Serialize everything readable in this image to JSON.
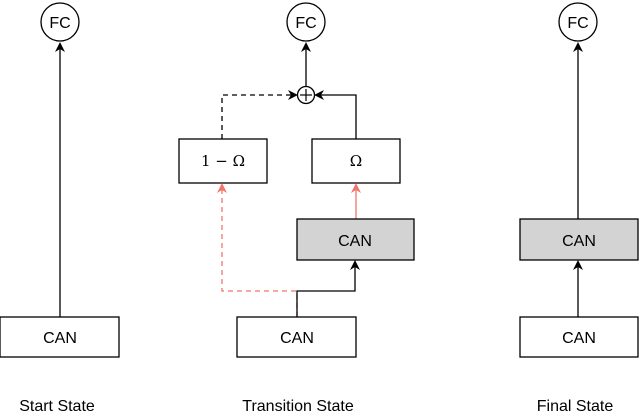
{
  "columns": {
    "start": {
      "state_label": "Start State",
      "fc": "FC",
      "can": "CAN"
    },
    "transition": {
      "state_label": "Transition State",
      "fc": "FC",
      "plus": "+",
      "one_minus_omega": "1 − Ω",
      "omega": "Ω",
      "can_upper": "CAN",
      "can_lower": "CAN"
    },
    "final": {
      "state_label": "Final State",
      "fc": "FC",
      "can_upper": "CAN",
      "can_lower": "CAN"
    }
  },
  "colors": {
    "line": "#000000",
    "highlight_arrow": "#f0766c",
    "gray_box": "#d3d3d3"
  }
}
